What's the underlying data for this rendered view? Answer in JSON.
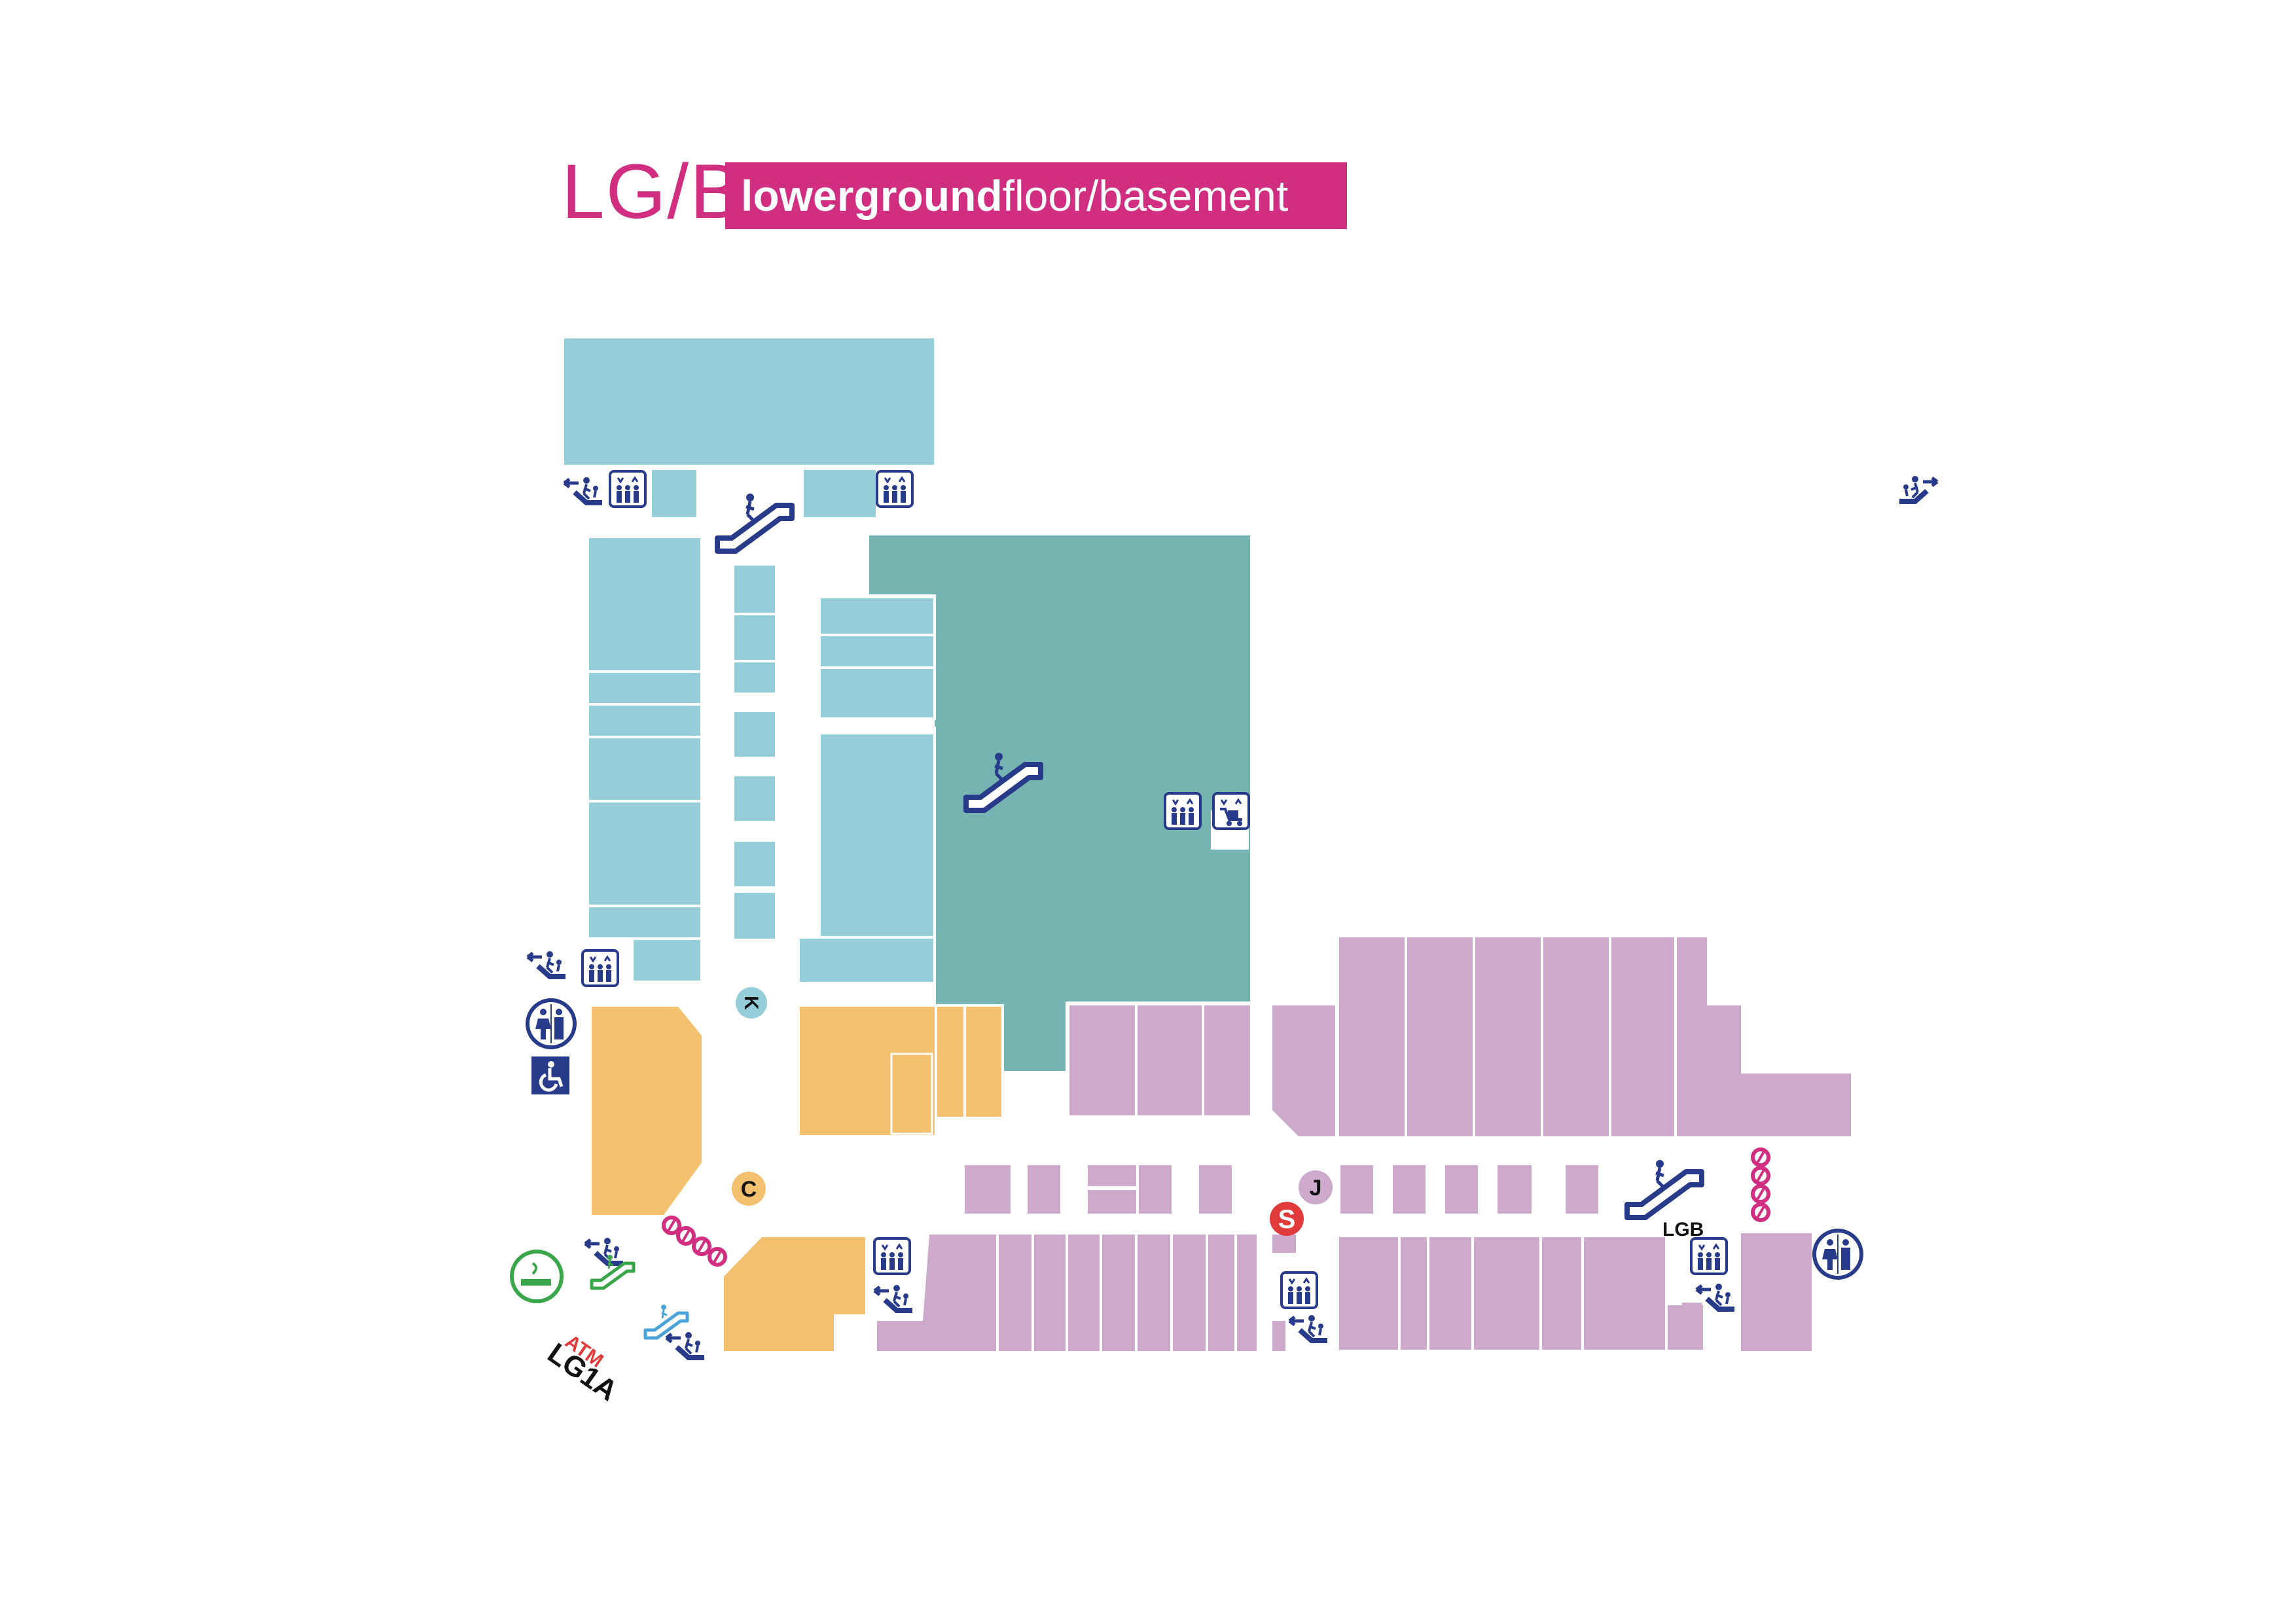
{
  "header": {
    "code": "LG/B",
    "bold": "lowerground",
    "rest": "floor/basement"
  },
  "colors": {
    "retail_blue": "#95cdd9",
    "anchor_teal": "#75b4b0",
    "food_orange": "#f2c06e",
    "retail_purple": "#cda9cc",
    "icon_navy": "#283a8a",
    "accent_pink": "#d12e82",
    "atm_red": "#e03a3a",
    "smoking_green": "#3aa64a",
    "escalator_lightblue": "#4aa3d8"
  },
  "markers": {
    "k": "K",
    "c": "C",
    "j": "J",
    "lgb": "LGB",
    "atm": "ATM",
    "lg1a": "LG1A"
  },
  "icons": {
    "lift": "lift-icon",
    "goods_lift": "goods-lift-icon",
    "escalator": "escalator-icon",
    "stairs": "stairs-icon",
    "toilets": "toilets-icon",
    "accessible": "accessible-icon",
    "no_smoking": "no-smoking-icon",
    "pay_station": "pay-station-icon",
    "exit": "exit-icon"
  }
}
